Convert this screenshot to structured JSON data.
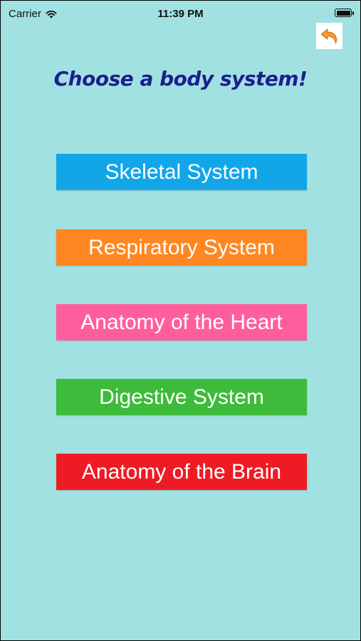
{
  "status_bar": {
    "carrier": "Carrier",
    "time": "11:39 PM"
  },
  "header": {
    "back_icon": "undo-arrow-icon",
    "title": "Choose a body system!"
  },
  "menu": {
    "items": [
      {
        "label": "Skeletal System",
        "color": "#12a6e9"
      },
      {
        "label": "Respiratory System",
        "color": "#ff8722"
      },
      {
        "label": "Anatomy of the Heart",
        "color": "#ff5e9c"
      },
      {
        "label": "Digestive System",
        "color": "#3dbb3a"
      },
      {
        "label": "Anatomy of the Brain",
        "color": "#ee1b24"
      }
    ]
  },
  "colors": {
    "background": "#a2e1e2",
    "heading": "#1a1f8f",
    "back_arrow": "#f29a33"
  }
}
